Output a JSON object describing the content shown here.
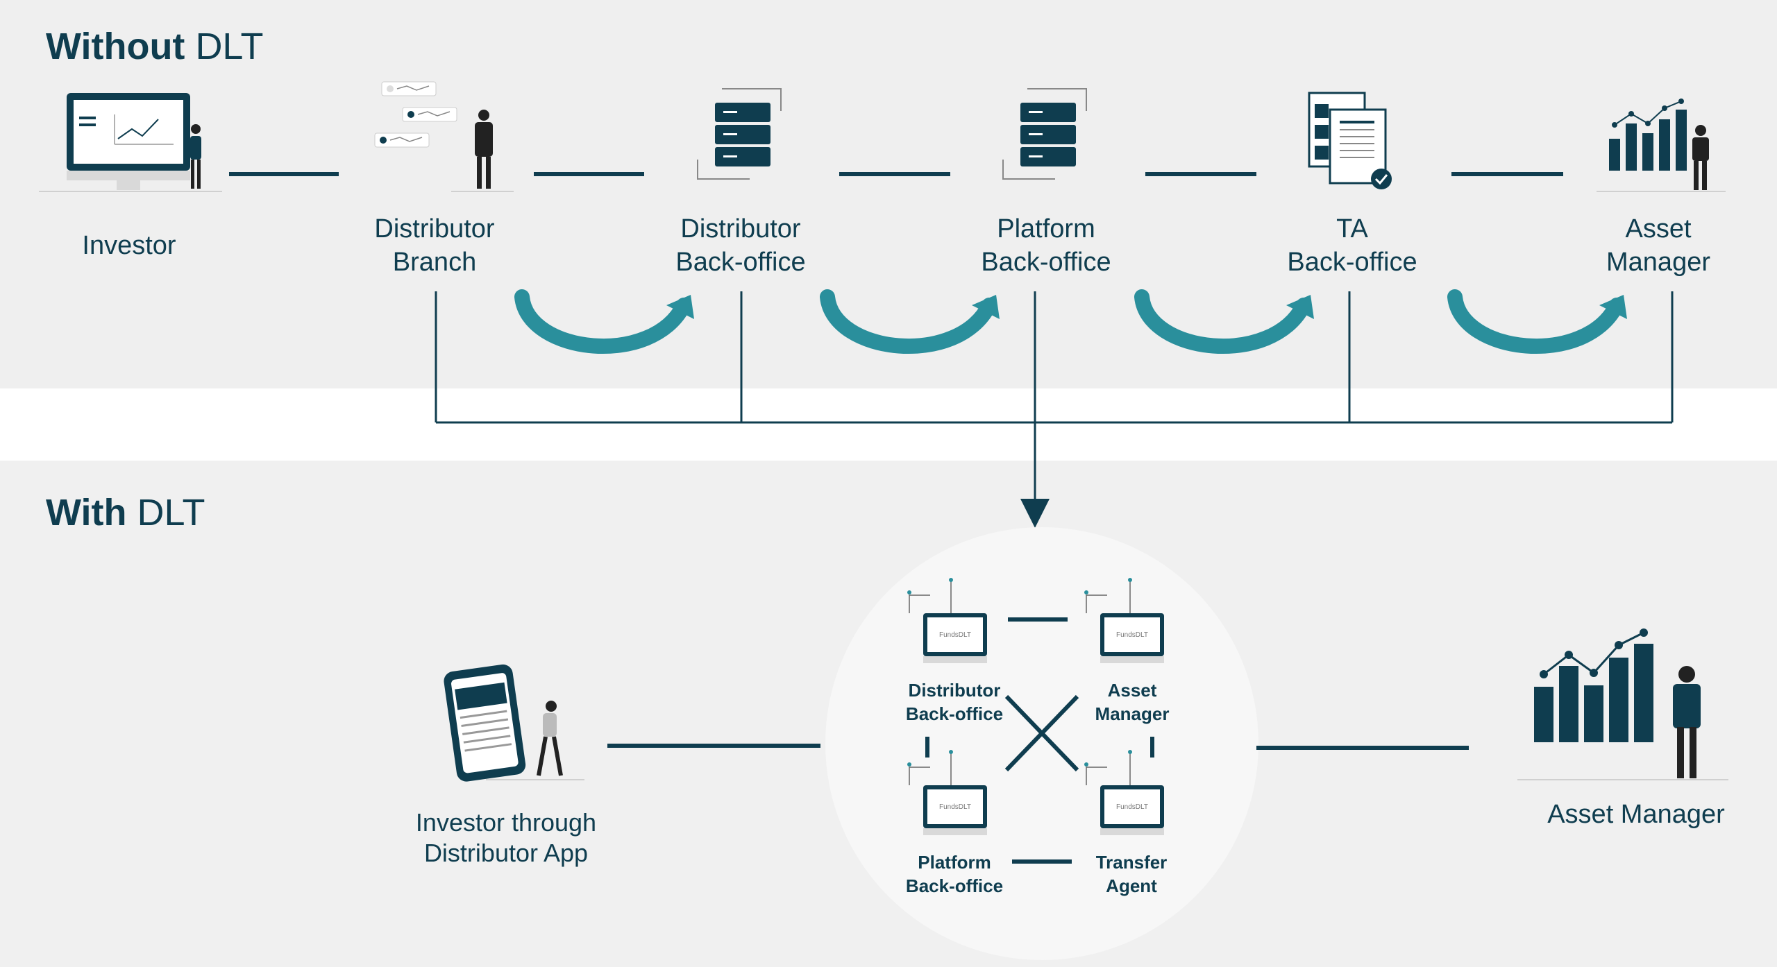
{
  "without": {
    "title_bold": "Without",
    "title_light": "DLT",
    "nodes": [
      {
        "line1": "Investor",
        "line2": ""
      },
      {
        "line1": "Distributor",
        "line2": "Branch"
      },
      {
        "line1": "Distributor",
        "line2": "Back-office"
      },
      {
        "line1": "Platform",
        "line2": "Back-office"
      },
      {
        "line1": "TA",
        "line2": "Back-office"
      },
      {
        "line1": "Asset",
        "line2": "Manager"
      }
    ]
  },
  "with": {
    "title_bold": "With",
    "title_light": "DLT",
    "investor": {
      "line1": "Investor through",
      "line2": "Distributor App"
    },
    "asset_manager": "Asset Manager",
    "network": [
      {
        "line1": "Distributor",
        "line2": "Back-office"
      },
      {
        "line1": "Asset",
        "line2": "Manager"
      },
      {
        "line1": "Platform",
        "line2": "Back-office"
      },
      {
        "line1": "Transfer",
        "line2": "Agent"
      }
    ],
    "screen_brand": "FundsDLT"
  },
  "colors": {
    "navy": "#0f3d4f",
    "teal": "#2a8f9c",
    "light_circle": "#f7f7f7"
  }
}
